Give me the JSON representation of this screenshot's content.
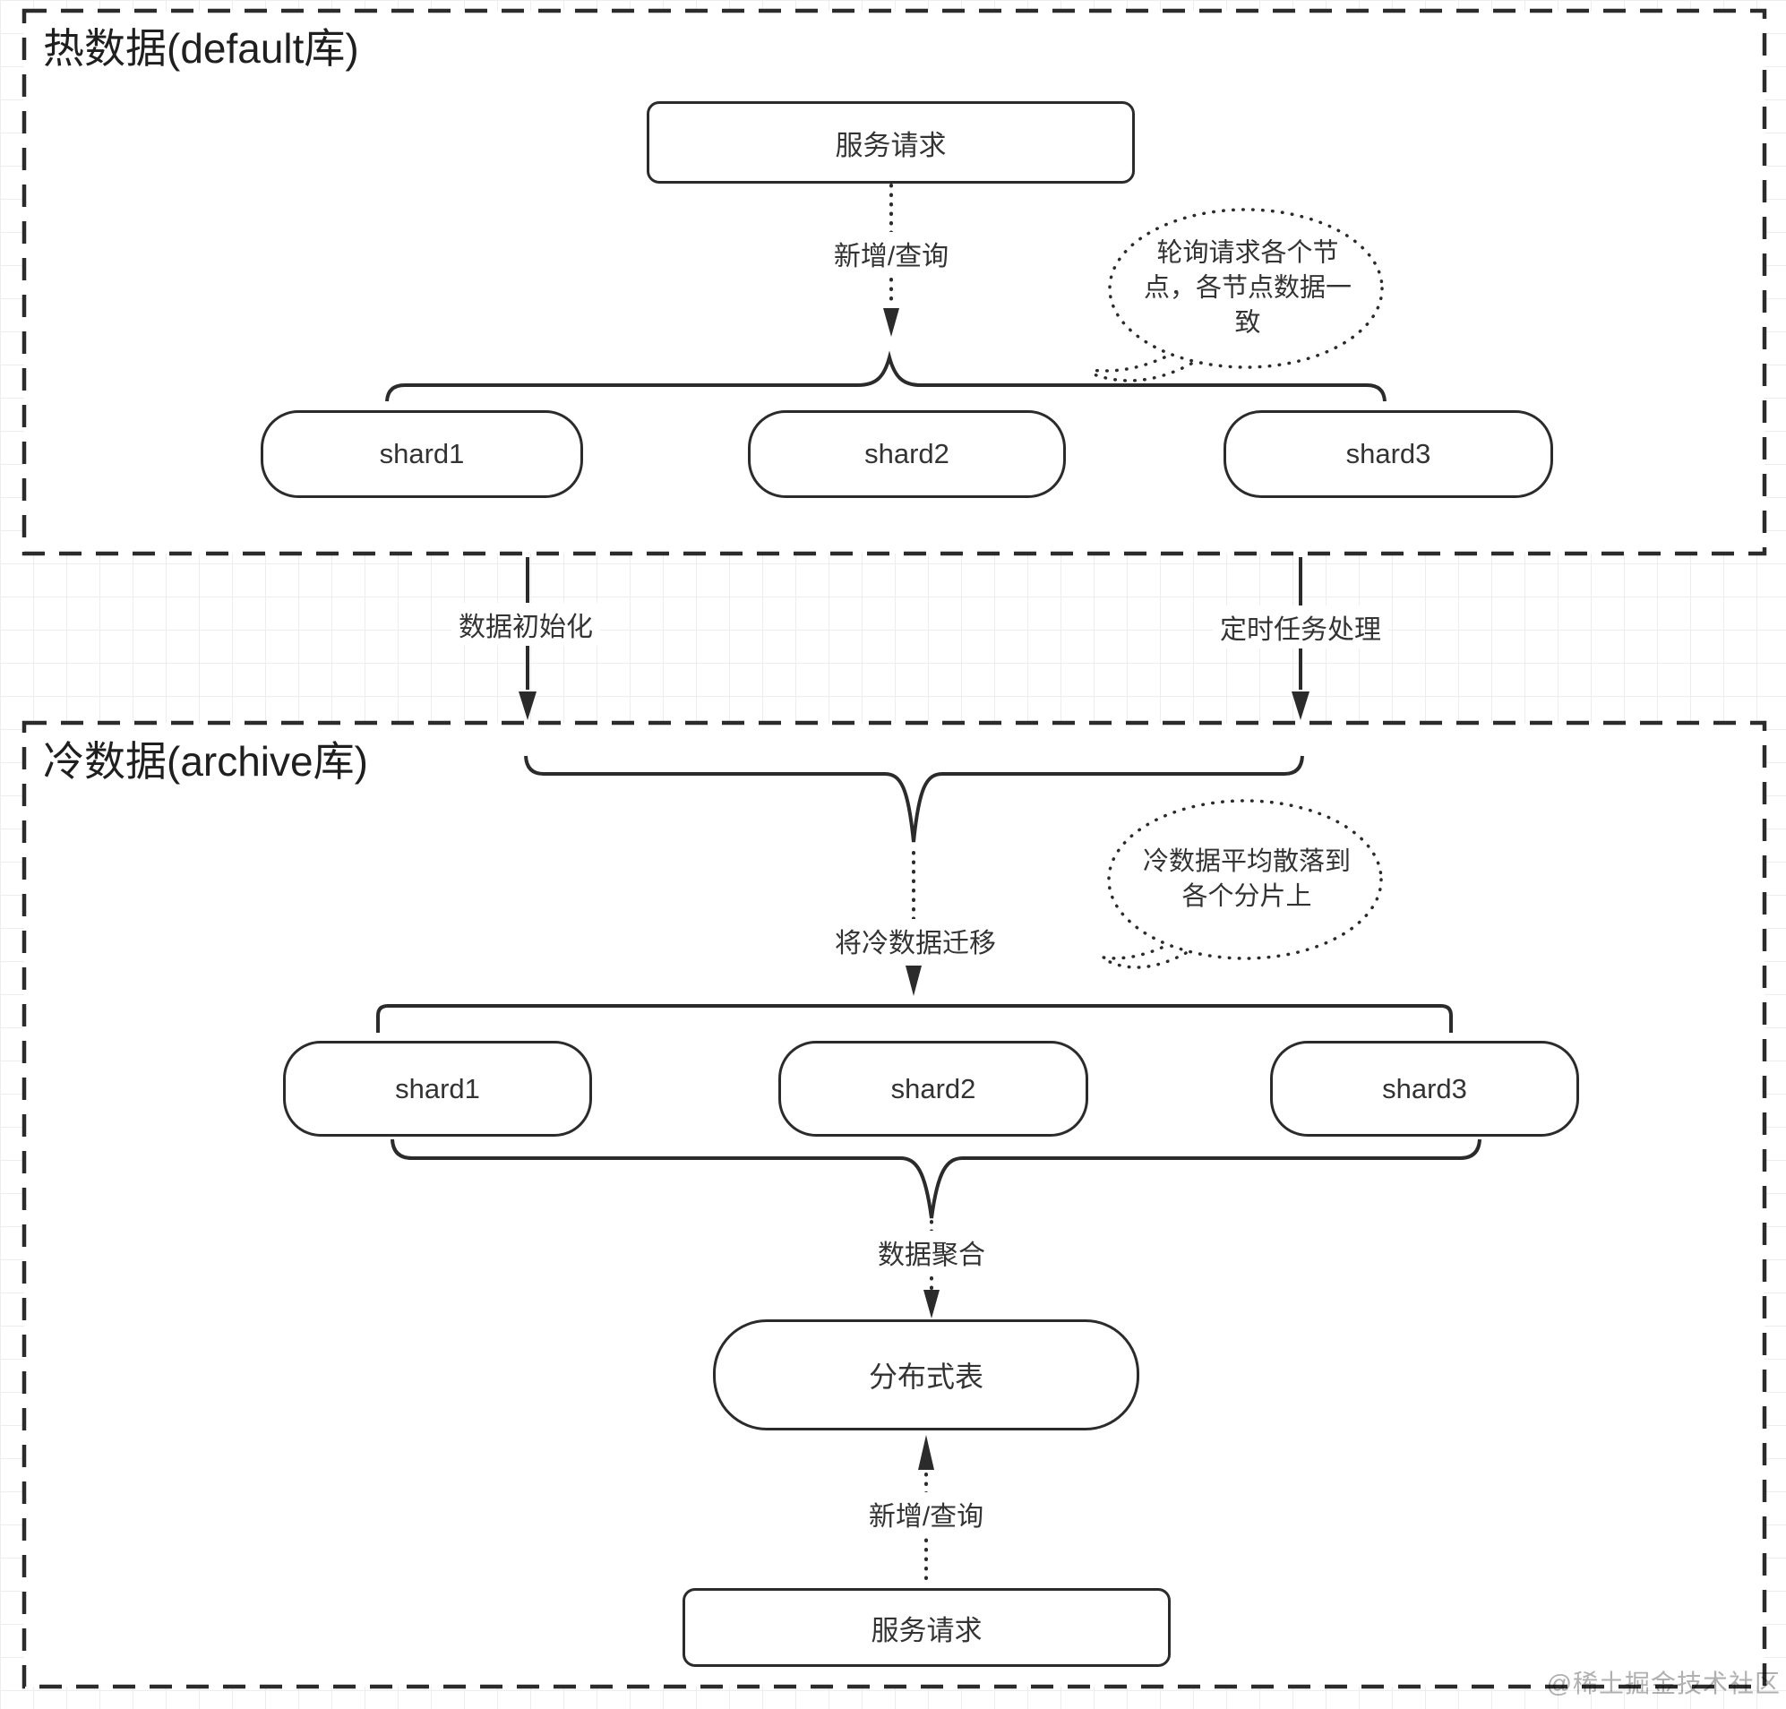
{
  "watermark": "@稀土掘金技术社区",
  "hot_section": {
    "title": "热数据(default库)",
    "service_request_label": "服务请求",
    "add_query_label": "新增/查询",
    "callout_text": "轮询请求各个节点，各节点数据一致",
    "callout_lines": [
      "轮询请求各个节",
      "点，各节点数据一",
      "致"
    ],
    "shards": [
      "shard1",
      "shard2",
      "shard3"
    ]
  },
  "transfer": {
    "init_label": "数据初始化",
    "scheduled_label": "定时任务处理"
  },
  "cold_section": {
    "title": "冷数据(archive库)",
    "migrate_label": "将冷数据迁移",
    "callout_text": "冷数据平均散落到各个分片上",
    "callout_lines": [
      "冷数据平均散落到",
      "各个分片上"
    ],
    "shards": [
      "shard1",
      "shard2",
      "shard3"
    ],
    "aggregate_label": "数据聚合",
    "distributed_table_label": "分布式表",
    "add_query_label": "新增/查询",
    "service_request_label": "服务请求"
  },
  "colors": {
    "stroke": "#2b2b2b",
    "text": "#333333",
    "grid": "#ededed",
    "watermark": "#b0b0b0"
  }
}
